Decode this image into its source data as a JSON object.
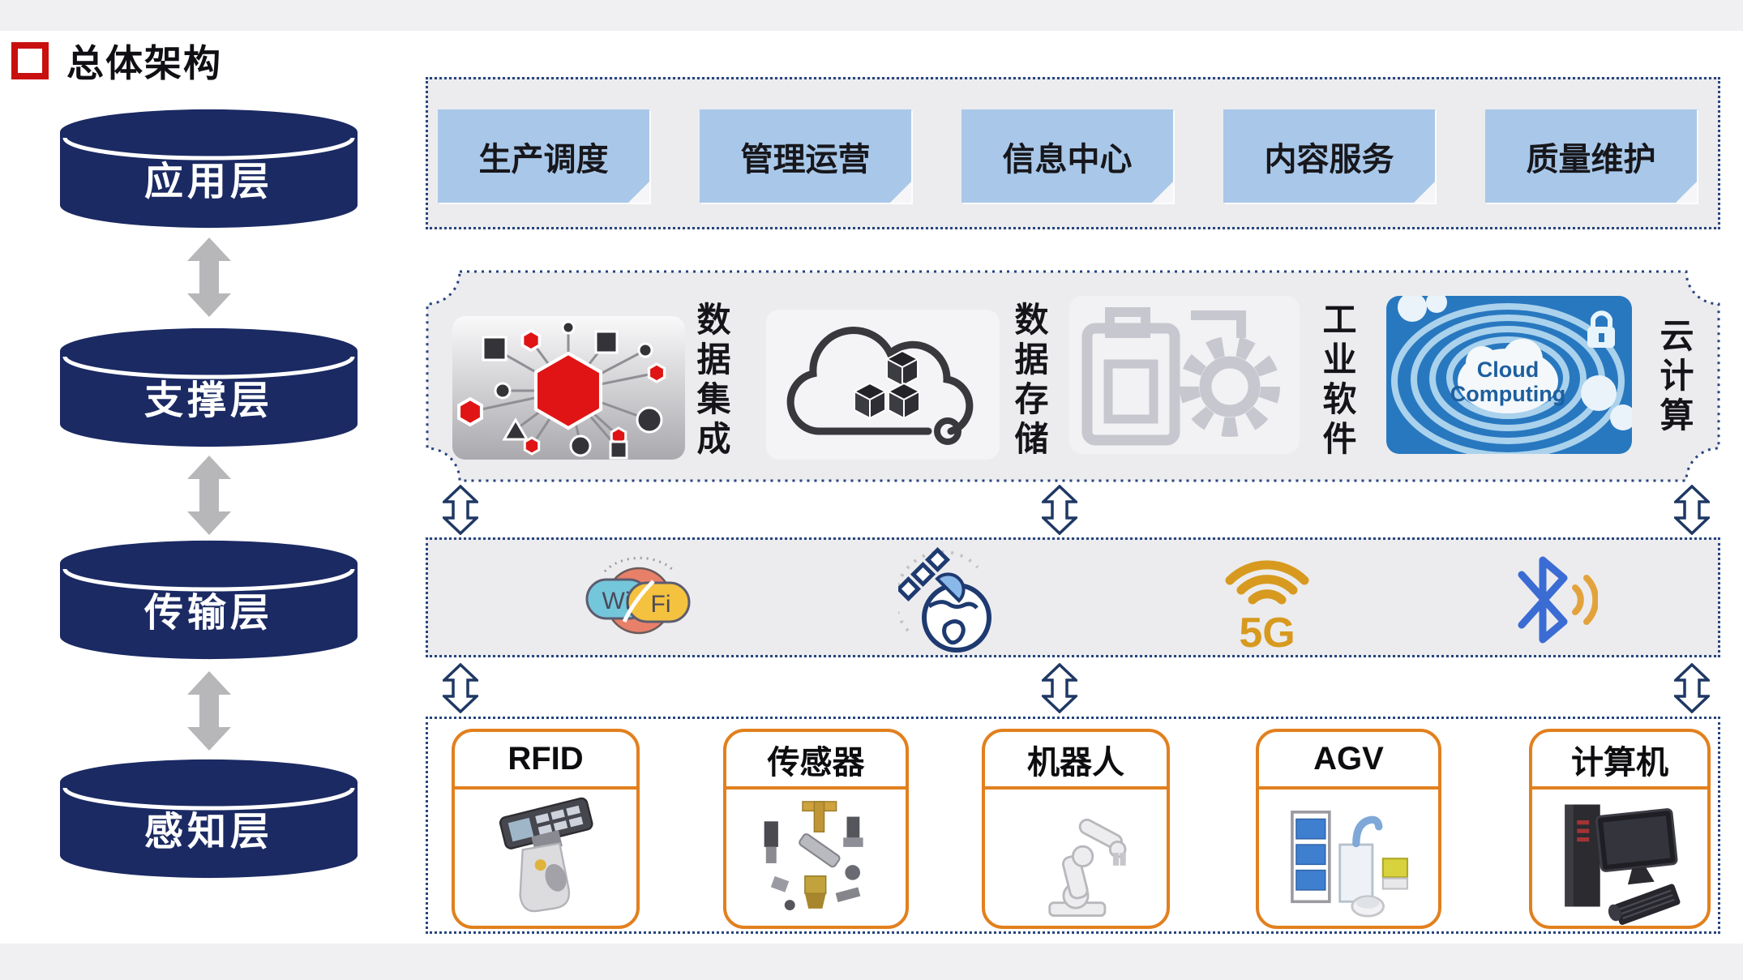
{
  "slide": {
    "title": "总体架构"
  },
  "layer_stack": {
    "layers": [
      {
        "label": "应用层"
      },
      {
        "label": "支撑层"
      },
      {
        "label": "传输层"
      },
      {
        "label": "感知层"
      }
    ]
  },
  "application_row": {
    "boxes": [
      "生产调度",
      "管理运营",
      "信息中心",
      "内容服务",
      "质量维护"
    ]
  },
  "support_row": {
    "labels": [
      "数据集成",
      "数据存储",
      "工业软件",
      "云计算"
    ],
    "cloud_tile": {
      "line1": "Cloud",
      "line2": "Computing"
    }
  },
  "transmission_row": {
    "wifi": {
      "left": "Wi",
      "right": "Fi"
    },
    "five_g_label": "5G"
  },
  "perception_row": {
    "boxes": [
      "RFID",
      "传感器",
      "机器人",
      "AGV",
      "计算机"
    ]
  },
  "colors": {
    "layer_navy": "#1b2a63",
    "dotted_border": "#27457e",
    "app_box_blue": "#a9c8e9",
    "device_border_orange": "#e2801e",
    "title_accent_red": "#c9100f",
    "gray_arrow": "#b7b7ba",
    "amber_5g": "#d79a1f",
    "bluetooth_blue": "#3b6cd4",
    "cloud_tile_blue": "#2878c0",
    "hub_red": "#e01414",
    "row_background": "#ececee"
  }
}
